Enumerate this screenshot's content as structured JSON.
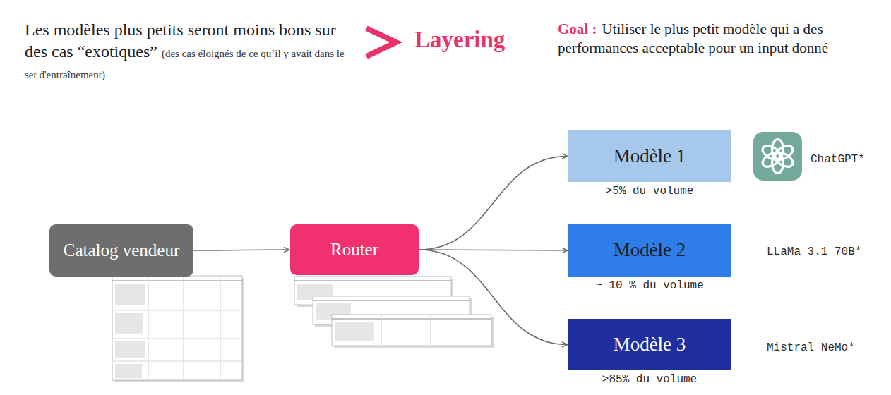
{
  "diagram": {
    "title": "Layering",
    "nodes": [
      {
        "text": [
          "Catalog vendeur"
        ]
      },
      {
        "text": [
          "Router"
        ]
      },
      {
        "text": [
          "Modèle 1",
          ">5% du volume"
        ]
      },
      {
        "text": [
          "Modèle 2",
          "~ 10 % du volume"
        ]
      },
      {
        "text": [
          "Modèle 3",
          ">85% du volume"
        ]
      }
    ],
    "edges": [
      {
        "from": 0,
        "to": 1,
        "arrow": "to"
      },
      {
        "from": 1,
        "to": 2,
        "arrow": "to"
      },
      {
        "from": 1,
        "to": 3,
        "arrow": "to"
      },
      {
        "from": 1,
        "to": 4,
        "arrow": "to"
      }
    ],
    "labels": [
      "Les modèles plus petits seront moins bons sur des cas “exotiques”",
      "(des cas éloignés de ce qu’il y avait dans le set d'entraînement)",
      "Goal :",
      "Utiliser le plus petit modèle qui a des performances acceptable pour un input donné",
      "ChatGPT*",
      "LLaMa 3.1 70B*",
      "Mistral NeMo*"
    ]
  }
}
